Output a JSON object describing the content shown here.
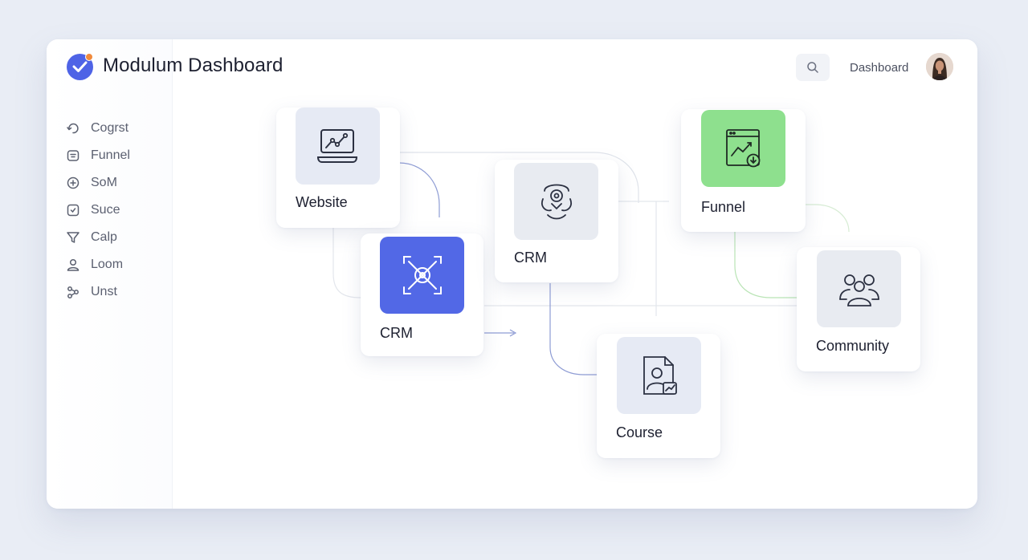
{
  "header": {
    "title": "Modulum Dashboard",
    "search_icon": "search-icon",
    "link_label": "Dashboard",
    "avatar_icon": "user-avatar"
  },
  "sidebar": {
    "items": [
      {
        "label": "Cogrst",
        "icon": "rotate-icon"
      },
      {
        "label": "Funnel",
        "icon": "funnel-box-icon"
      },
      {
        "label": "SoM",
        "icon": "plus-circle-icon"
      },
      {
        "label": "Suce",
        "icon": "check-square-icon"
      },
      {
        "label": "Calp",
        "icon": "filter-icon"
      },
      {
        "label": "Loom",
        "icon": "user-icon"
      },
      {
        "label": "Unst",
        "icon": "share-icon"
      }
    ]
  },
  "nodes": [
    {
      "label": "Website",
      "icon": "website-analytics-icon"
    },
    {
      "label": "CRM",
      "icon": "crm-network-icon"
    },
    {
      "label": "CRM",
      "icon": "crm-hub-icon"
    },
    {
      "label": "Funnel",
      "icon": "funnel-analytics-icon"
    },
    {
      "label": "Community",
      "icon": "community-icon"
    },
    {
      "label": "Course",
      "icon": "course-icon"
    }
  ],
  "colors": {
    "accent_blue": "#5268e6",
    "accent_green": "#8ee08e",
    "tile_gray": "#e8ebf1",
    "tile_blue_gray": "#e6eaf4"
  }
}
